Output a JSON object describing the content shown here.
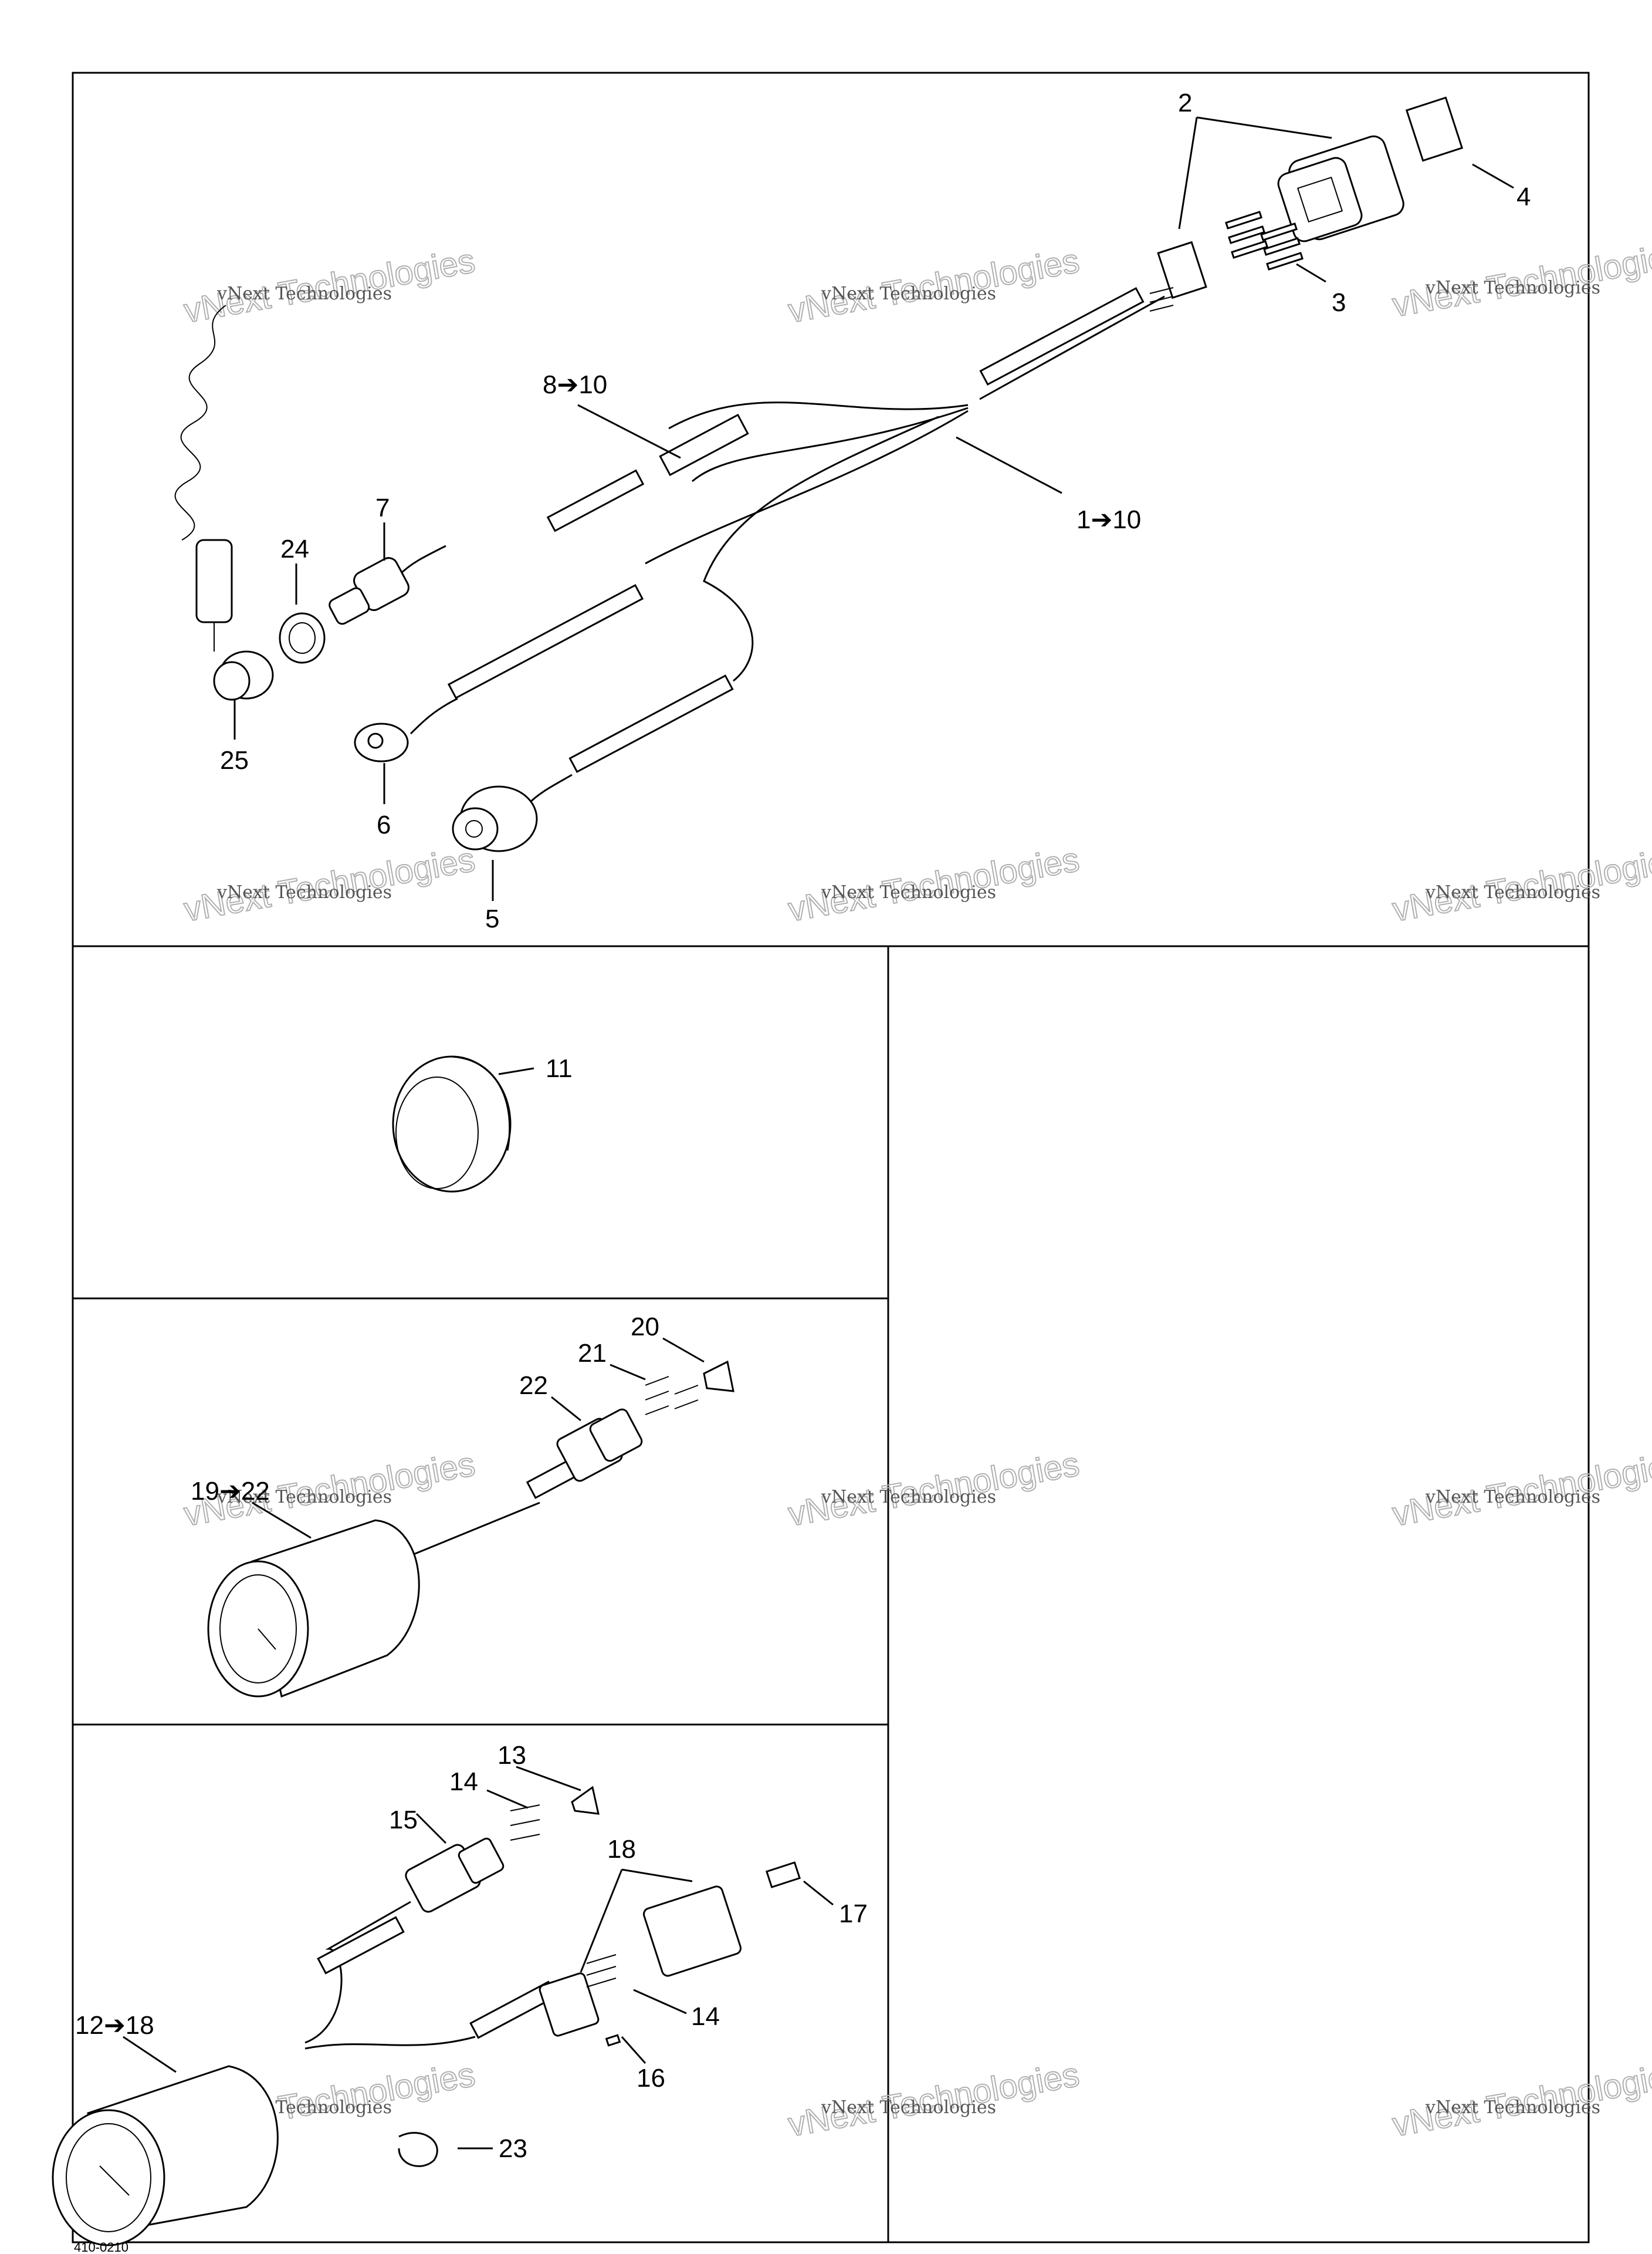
{
  "callouts": {
    "c1": "1➔10",
    "c2": "2",
    "c3": "3",
    "c4": "4",
    "c5": "5",
    "c6": "6",
    "c7": "7",
    "c8": "8➔10",
    "c11": "11",
    "c12": "12➔18",
    "c13": "13",
    "c14a": "14",
    "c14b": "14",
    "c15": "15",
    "c16": "16",
    "c17": "17",
    "c18": "18",
    "c19": "19➔22",
    "c20": "20",
    "c21": "21",
    "c22": "22",
    "c23": "23",
    "c24": "24",
    "c25": "25"
  },
  "watermark": {
    "line1": "vNext Technologies",
    "line2": "vNext Technologies"
  },
  "figure_ref": "410-0210"
}
